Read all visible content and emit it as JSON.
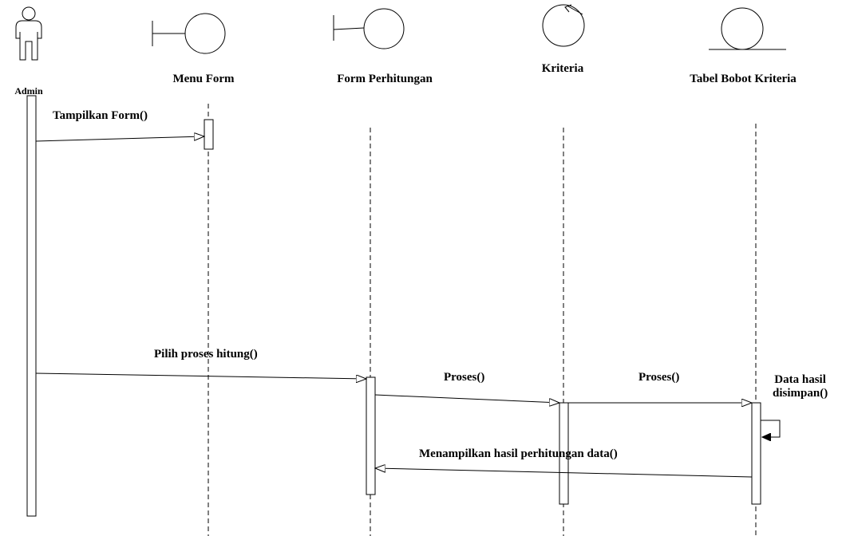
{
  "diagram": {
    "type": "sequence",
    "participants": [
      {
        "label": "Admin",
        "kind": "actor"
      },
      {
        "label": "Menu Form",
        "kind": "boundary"
      },
      {
        "label": "Form Perhitungan",
        "kind": "boundary"
      },
      {
        "label": "Kriteria",
        "kind": "control"
      },
      {
        "label": "Tabel Bobot Kriteria",
        "kind": "entity"
      }
    ],
    "messages": [
      {
        "label": "Tampilkan Form()",
        "from": "Admin",
        "to": "Menu Form"
      },
      {
        "label": "Pilih proses hitung()",
        "from": "Admin",
        "to": "Form Perhitungan"
      },
      {
        "label": "Proses()",
        "from": "Form Perhitungan",
        "to": "Kriteria"
      },
      {
        "label": "Proses()",
        "from": "Kriteria",
        "to": "Tabel Bobot Kriteria"
      },
      {
        "label": "Data hasil\ndisimpan()",
        "from": "Tabel Bobot Kriteria",
        "to": "Tabel Bobot Kriteria"
      },
      {
        "label": "Menampilkan hasil perhitungan data()",
        "from": "Tabel Bobot Kriteria",
        "to": "Form Perhitungan"
      }
    ]
  }
}
